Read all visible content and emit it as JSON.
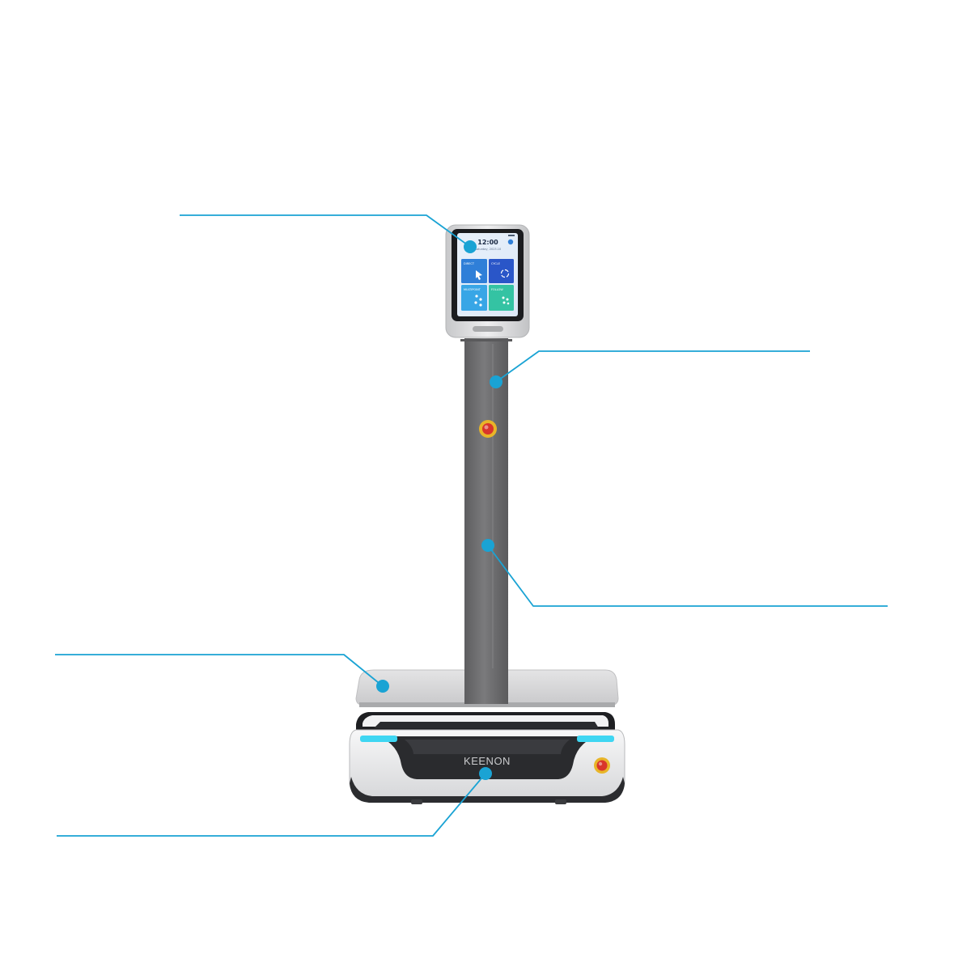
{
  "colors": {
    "callout": "#1aa3d4",
    "accent_light": "#3fd6f2",
    "pole": "#6f6f70",
    "tray": "#d9d9da",
    "chassis_body": "#eeeff0",
    "chassis_dark": "#2a2b2e",
    "emergency_red": "#d9352b",
    "emergency_yellow": "#e8b528"
  },
  "robot": {
    "brand_label": "KEENON",
    "screen": {
      "time": "12:00",
      "date": "Saturday, 2023.10",
      "tiles": [
        {
          "label": "DIRECT",
          "color": "#2f7fd8",
          "icon": "cursor-icon"
        },
        {
          "label": "CYCLE",
          "color": "#2a56c8",
          "icon": "cycle-icon"
        },
        {
          "label": "MULTIPOINT",
          "color": "#38a6e6",
          "icon": "multipoint-icon"
        },
        {
          "label": "FOLLOW",
          "color": "#34c3a3",
          "icon": "follow-icon"
        }
      ]
    }
  },
  "callouts": [
    {
      "id": "touchscreen"
    },
    {
      "id": "pole-upper"
    },
    {
      "id": "pole-lower"
    },
    {
      "id": "tray"
    },
    {
      "id": "chassis"
    }
  ]
}
